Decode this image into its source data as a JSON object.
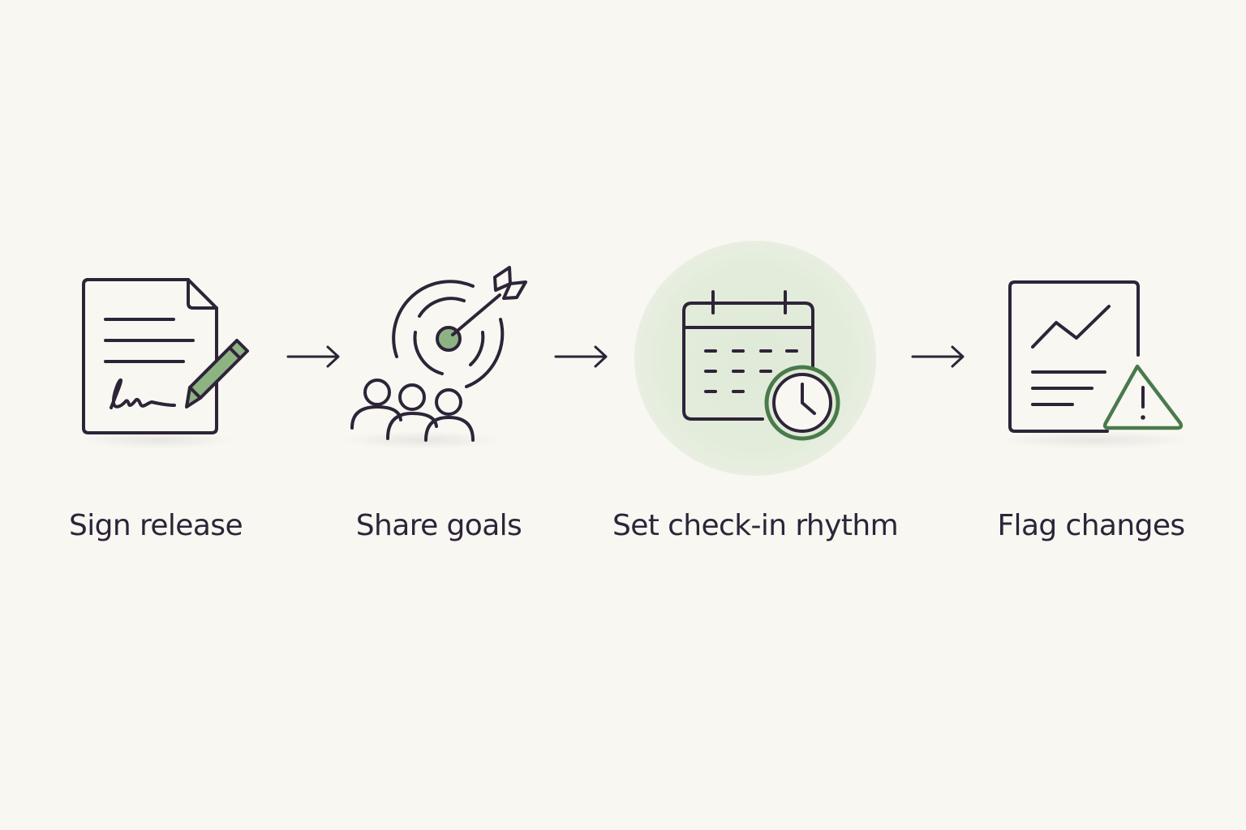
{
  "steps": [
    {
      "label": "Sign release",
      "icon": "document-signature-icon"
    },
    {
      "label": "Share goals",
      "icon": "target-team-icon"
    },
    {
      "label": "Set check-in rhythm",
      "icon": "calendar-clock-icon",
      "highlighted": true
    },
    {
      "label": "Flag changes",
      "icon": "chart-warning-icon"
    }
  ],
  "connectors": [
    "arrow-right-icon",
    "arrow-right-icon",
    "arrow-right-icon"
  ],
  "colors": {
    "background": "#f8f7f2",
    "ink": "#2e2438",
    "accent_green": "#4a7a4c",
    "accent_fill": "#8db383",
    "halo": "#e2ebda"
  }
}
